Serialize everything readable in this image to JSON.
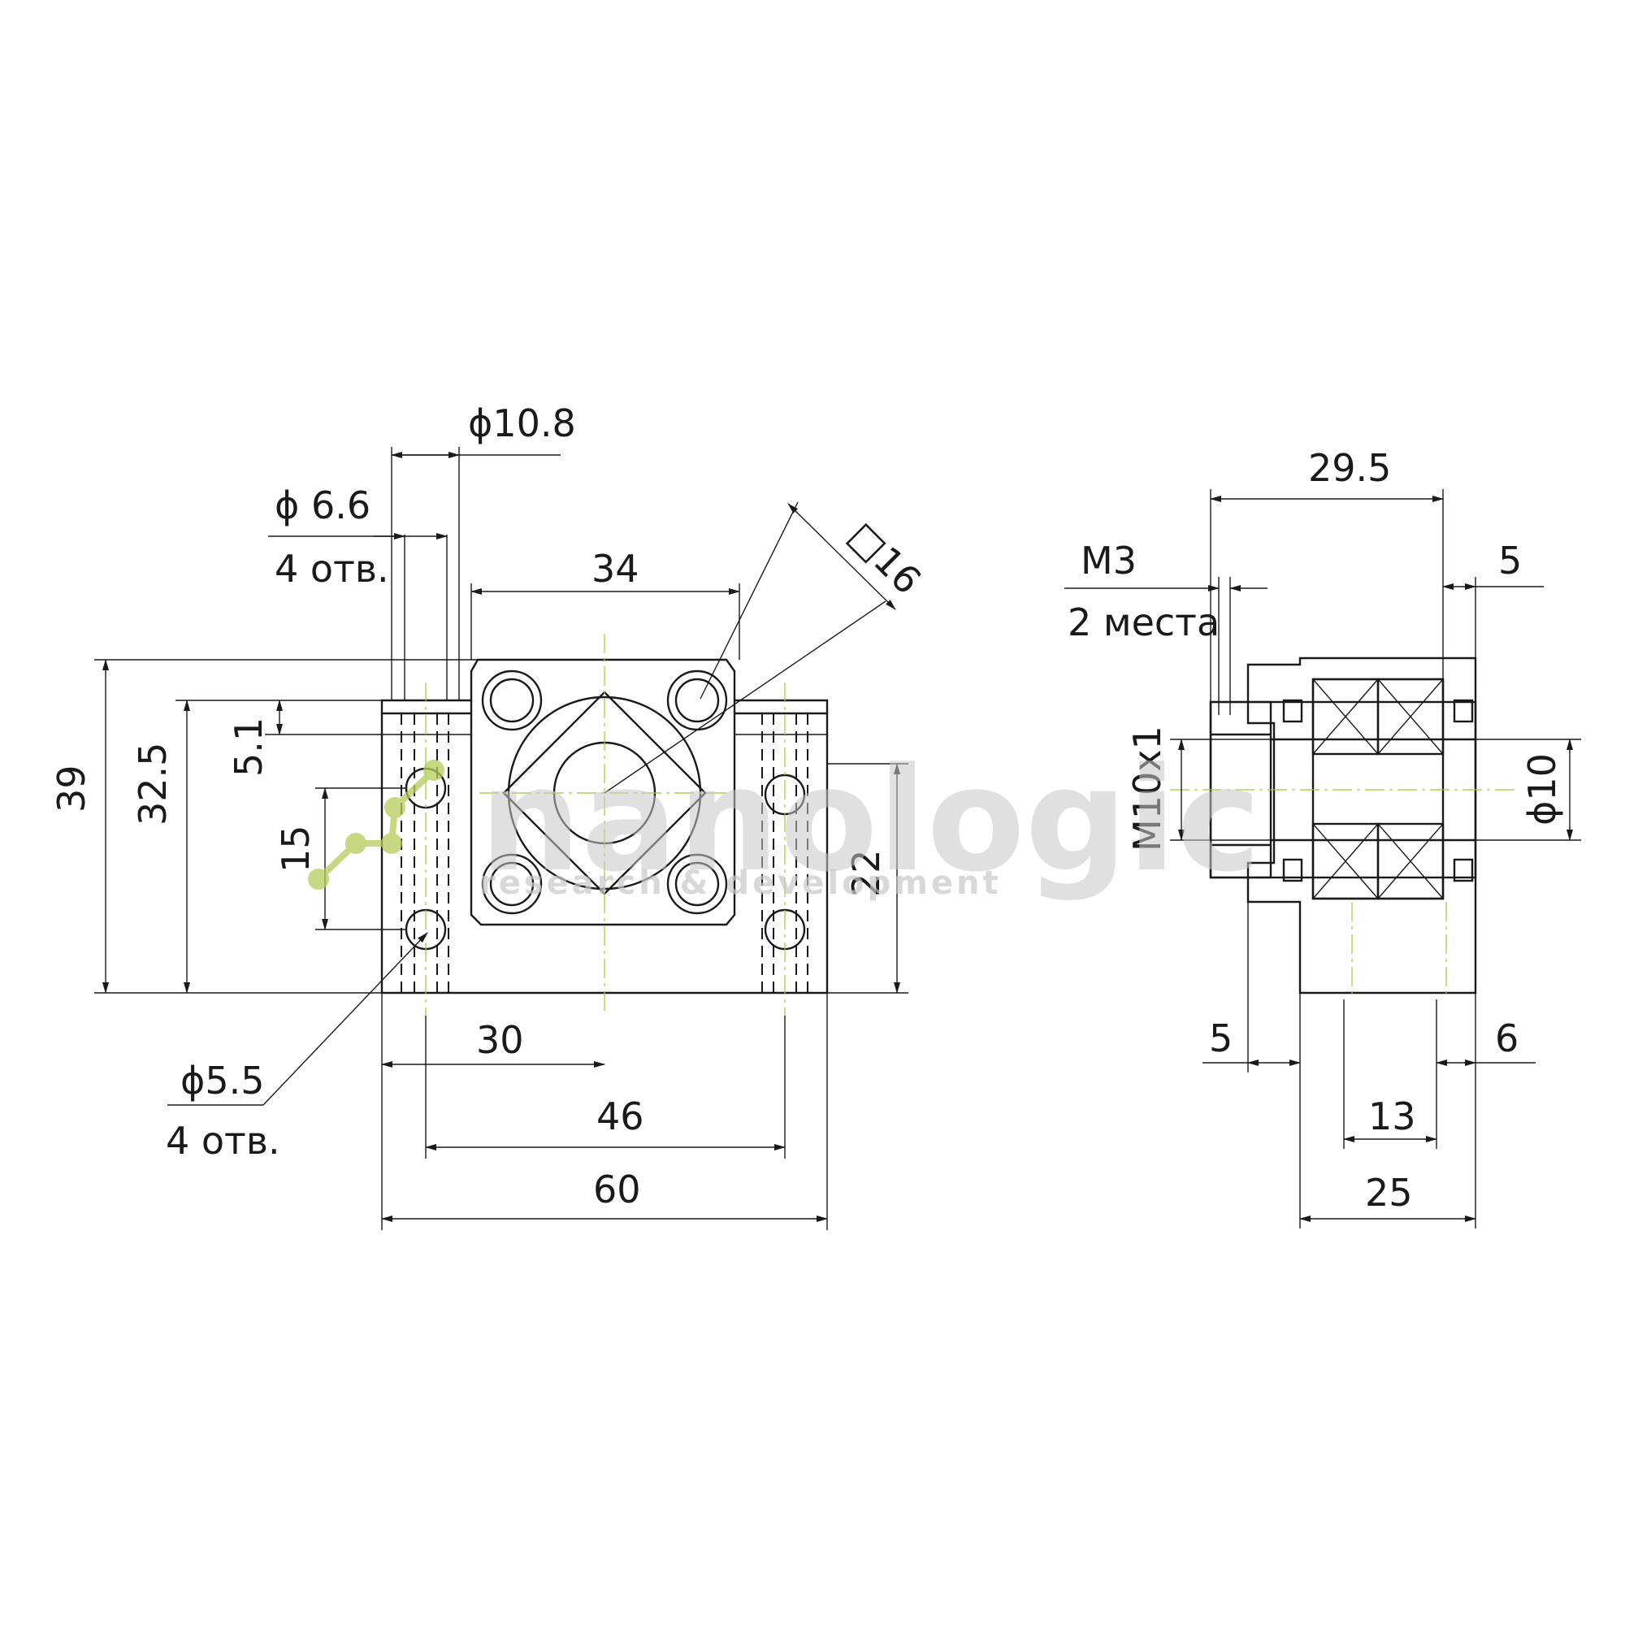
{
  "front_view": {
    "dia_10_8": "ϕ10.8",
    "dia_6_6": "ϕ 6.6",
    "holes_4_top": "4 отв.",
    "width_34": "34",
    "square_16": "□16",
    "height_39": "39",
    "height_32_5": "32.5",
    "depth_5_1": "5.1",
    "spacing_15": "15",
    "height_22": "22",
    "dia_5_5": "ϕ5.5",
    "holes_4_bottom": "4 отв.",
    "offset_30": "30",
    "pitch_46": "46",
    "width_60": "60"
  },
  "side_view": {
    "length_29_5": "29.5",
    "thread_m3": "M3",
    "places_2": "2 места",
    "offset_5_top": "5",
    "thread_m10": "M10x1",
    "dia_10": "ϕ10",
    "offset_5_bottom": "5",
    "offset_6": "6",
    "width_13": "13",
    "width_25": "25"
  },
  "watermark": {
    "brand": "nanologic",
    "tagline": "research & development",
    "accent_color": "#b5cc5a"
  }
}
